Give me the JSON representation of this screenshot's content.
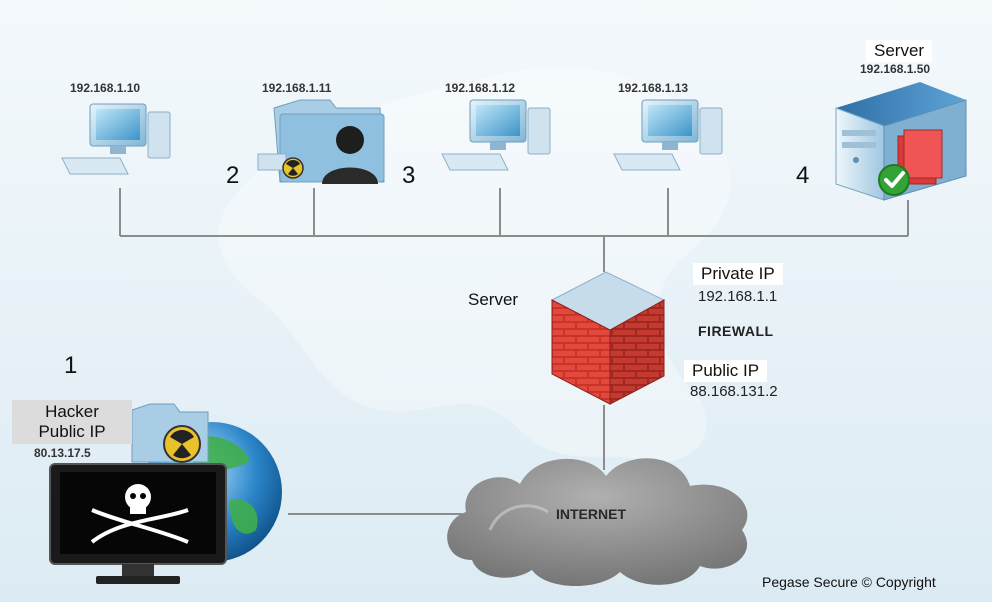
{
  "network": {
    "workstations": [
      {
        "ip": "192.168.1.10"
      },
      {
        "ip": "192.168.1.11",
        "number": "2"
      },
      {
        "ip": "192.168.1.12",
        "number": "3"
      },
      {
        "ip": "192.168.1.13"
      }
    ],
    "server": {
      "label": "Server",
      "ip": "192.168.1.50",
      "number": "4"
    }
  },
  "firewall": {
    "side_label": "Server",
    "private_label": "Private IP",
    "private_ip": "192.168.1.1",
    "name": "FIREWALL",
    "public_label": "Public IP",
    "public_ip": "88.168.131.2"
  },
  "internet": {
    "label": "INTERNET"
  },
  "hacker": {
    "number": "1",
    "label_line1": "Hacker",
    "label_line2": "Public IP",
    "ip": "80.13.17.5"
  },
  "footer": {
    "copyright": "Pegase Secure © Copyright"
  }
}
